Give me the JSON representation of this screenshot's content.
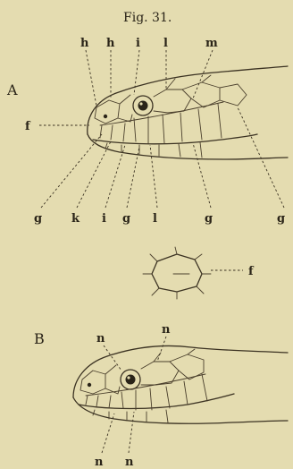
{
  "figure": {
    "caption": "Fig. 31.",
    "panel_a": {
      "letter": "A",
      "top_labels": [
        "h",
        "h",
        "i",
        "l",
        "m"
      ],
      "side_label": "f",
      "bottom_labels": [
        "g",
        "k",
        "i",
        "g",
        "l",
        "g",
        "g"
      ]
    },
    "detail": {
      "label": "f"
    },
    "panel_b": {
      "letter": "B",
      "top_labels": [
        "n",
        "n"
      ],
      "bottom_labels": [
        "n",
        "n"
      ]
    }
  }
}
